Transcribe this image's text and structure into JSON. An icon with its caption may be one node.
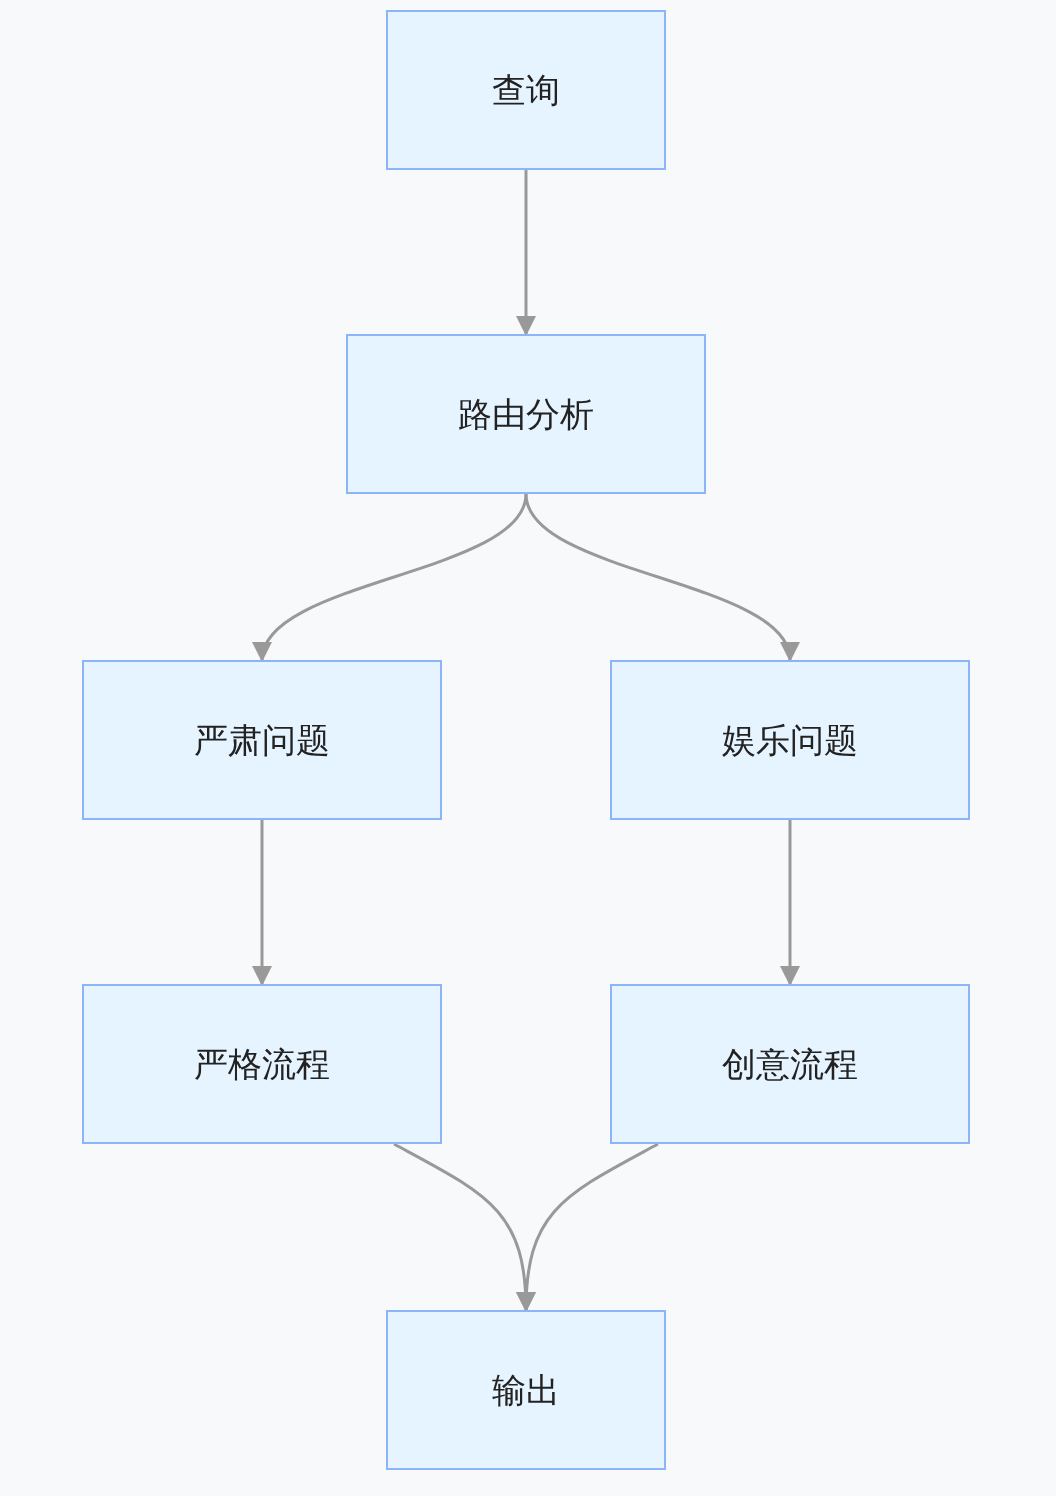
{
  "diagram": {
    "nodes": [
      {
        "text": [
          "查询"
        ]
      },
      {
        "text": [
          "路由分析"
        ]
      },
      {
        "text": [
          "严肃问题"
        ]
      },
      {
        "text": [
          "娱乐问题"
        ]
      },
      {
        "text": [
          "严格流程"
        ]
      },
      {
        "text": [
          "创意流程"
        ]
      },
      {
        "text": [
          "输出"
        ]
      }
    ],
    "edges": [
      {
        "from": 0,
        "to": 1,
        "arrow": "to"
      },
      {
        "from": 1,
        "to": 2,
        "arrow": "to"
      },
      {
        "from": 1,
        "to": 3,
        "arrow": "to"
      },
      {
        "from": 2,
        "to": 4,
        "arrow": "to"
      },
      {
        "from": 3,
        "to": 5,
        "arrow": "to"
      },
      {
        "from": 4,
        "to": 6,
        "arrow": "to"
      },
      {
        "from": 5,
        "to": 6,
        "arrow": "to"
      }
    ]
  }
}
